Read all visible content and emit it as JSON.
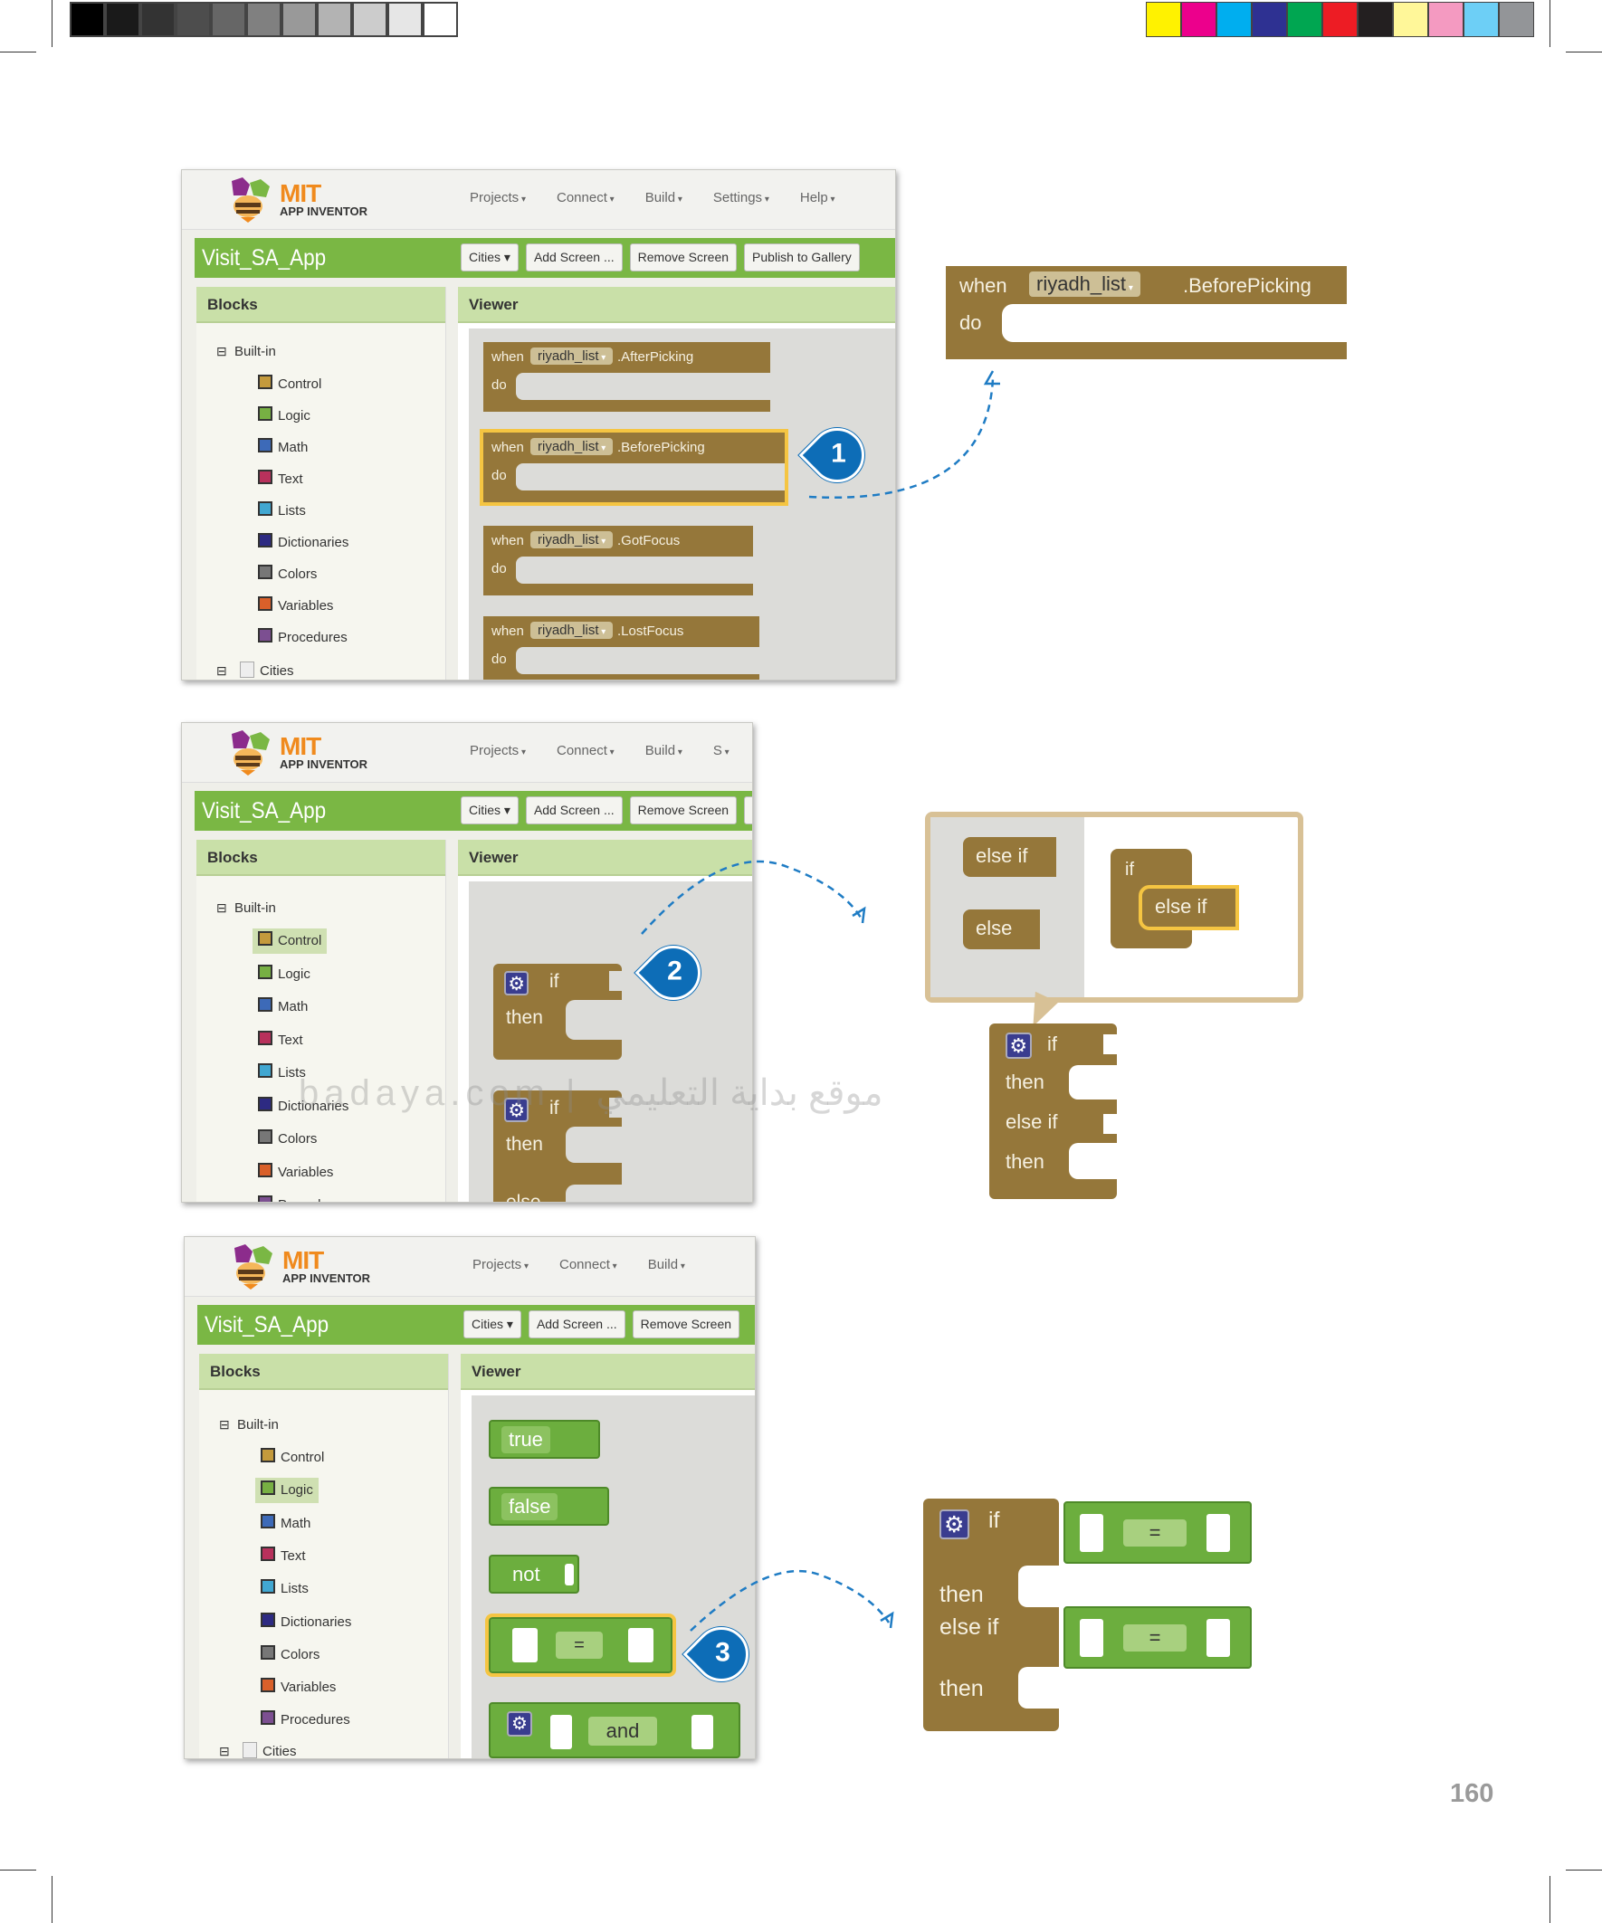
{
  "panels": [
    {
      "logo_mit": "MIT",
      "logo_sub": "APP INVENTOR",
      "menus": [
        "Projects",
        "Connect",
        "Build",
        "Settings",
        "Help"
      ],
      "app_title": "Visit_SA_App",
      "buttons": [
        "Cities ▾",
        "Add Screen ...",
        "Remove Screen",
        "Publish to Gallery"
      ],
      "blocks_header": "Blocks",
      "viewer_header": "Viewer",
      "tree_root": "Built-in",
      "tree_extra": "Cities",
      "selected": ""
    },
    {
      "logo_mit": "MIT",
      "logo_sub": "APP INVENTOR",
      "menus": [
        "Projects",
        "Connect",
        "Build",
        "S"
      ],
      "app_title": "Visit_SA_App",
      "buttons": [
        "Cities ▾",
        "Add Screen ...",
        "Remove Screen",
        ""
      ],
      "blocks_header": "Blocks",
      "viewer_header": "Viewer",
      "tree_root": "Built-in",
      "tree_extra": "",
      "selected": "Control"
    },
    {
      "logo_mit": "MIT",
      "logo_sub": "APP INVENTOR",
      "menus": [
        "Projects",
        "Connect",
        "Build"
      ],
      "app_title": "Visit_SA_App",
      "buttons": [
        "Cities ▾",
        "Add Screen ...",
        "Remove Screen"
      ],
      "blocks_header": "Blocks",
      "viewer_header": "Viewer",
      "tree_root": "Built-in",
      "tree_extra": "Cities",
      "selected": "Logic"
    }
  ],
  "categories": [
    {
      "name": "Control",
      "color": "#c49a3c"
    },
    {
      "name": "Logic",
      "color": "#77b043"
    },
    {
      "name": "Math",
      "color": "#3d6ab8"
    },
    {
      "name": "Text",
      "color": "#b8315c"
    },
    {
      "name": "Lists",
      "color": "#41a7d1"
    },
    {
      "name": "Dictionaries",
      "color": "#2d2a82"
    },
    {
      "name": "Colors",
      "color": "#777777"
    },
    {
      "name": "Variables",
      "color": "#d9602a"
    },
    {
      "name": "Procedures",
      "color": "#7c4f91"
    }
  ],
  "event_blocks": {
    "when": "when",
    "do": "do",
    "component": "riyadh_list",
    "events": [
      ".AfterPicking",
      ".BeforePicking",
      ".GotFocus",
      ".LostFocus"
    ]
  },
  "featured_event": {
    "when": "when",
    "component": "riyadh_list",
    "event": ".BeforePicking",
    "do": "do"
  },
  "control_labels": {
    "if": "if",
    "then": "then",
    "else_if": "else if",
    "else": "else"
  },
  "logic_blocks": {
    "true": "true",
    "false": "false",
    "not": "not",
    "eq": "=",
    "and": "and"
  },
  "callouts": [
    "1",
    "2",
    "3"
  ],
  "watermark": "badaya.com | موقع بداية التعليمي",
  "page_number": "160",
  "colors": {
    "block_brown": "#95773a",
    "logic_green": "#6cae3e",
    "callout_blue": "#0d6db7",
    "highlight": "#f5c542"
  }
}
